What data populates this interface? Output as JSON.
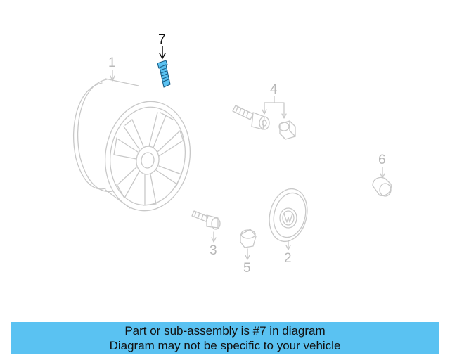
{
  "diagram": {
    "highlight_color": "#5ac2f2",
    "part_color": "#c8c8c8",
    "callouts": {
      "c1": "1",
      "c2": "2",
      "c3": "3",
      "c4": "4",
      "c5": "5",
      "c6": "6",
      "c7": "7"
    },
    "highlighted_part": "7"
  },
  "banner": {
    "background": "#5ac2f2",
    "line1": "Part or sub-assembly is #7 in diagram",
    "line2": "Diagram may not be specific to your vehicle"
  }
}
